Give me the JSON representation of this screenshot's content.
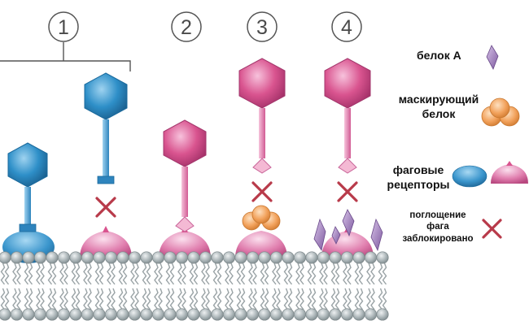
{
  "diagram": {
    "step_numbers": [
      "1",
      "2",
      "3",
      "4"
    ],
    "legend": {
      "protein_a": "белок А",
      "masking_protein_line1": "маскирующий",
      "masking_protein_line2": "белок",
      "phage_receptors_line1": "фаговые",
      "phage_receptors_line2": "рецепторы",
      "uptake_blocked_line1": "поглощение",
      "uptake_blocked_line2": "фага",
      "uptake_blocked_line3": "заблокировано"
    },
    "colors": {
      "blue_phage": "#2b8bc4",
      "pink_phage": "#d9548f",
      "masking_protein": "#f0a05a",
      "protein_a": "#9d7ab8",
      "block_mark": "#b83a4a",
      "membrane_head": "#a9b3b6"
    },
    "icons": [
      "blue-phage-icon",
      "pink-phage-icon",
      "blue-receptor-icon",
      "pink-receptor-icon",
      "masking-protein-icon",
      "protein-a-icon",
      "blocked-cross-icon"
    ]
  }
}
